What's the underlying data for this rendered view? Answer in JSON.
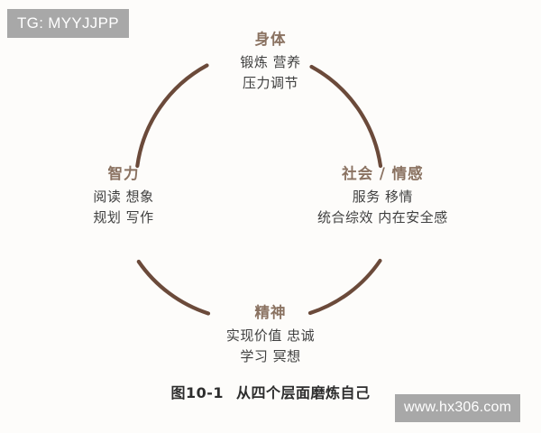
{
  "banner": {
    "label": "TG: MYYJJPP"
  },
  "watermark": {
    "label": "www.hx306.com"
  },
  "diagram": {
    "shape": "circle-ring",
    "arc_color": "#6b4a3a",
    "title_color": "#8a7261",
    "body_color": "#3f3f3f",
    "background_color": "#fdfcfa",
    "quadrants": {
      "top": {
        "title": "身体",
        "line1": "锻炼  营养",
        "line2": "压力调节"
      },
      "right": {
        "title": "社会 / 情感",
        "line1": "服务  移情",
        "line2": "统合综效  内在安全感"
      },
      "left": {
        "title": "智力",
        "line1": "阅读  想象",
        "line2": "规划  写作"
      },
      "bottom": {
        "title": "精神",
        "line1": "实现价值  忠诚",
        "line2": "学习  冥想"
      }
    }
  },
  "caption": {
    "number": "图10-1",
    "text": "从四个层面磨炼自己"
  }
}
